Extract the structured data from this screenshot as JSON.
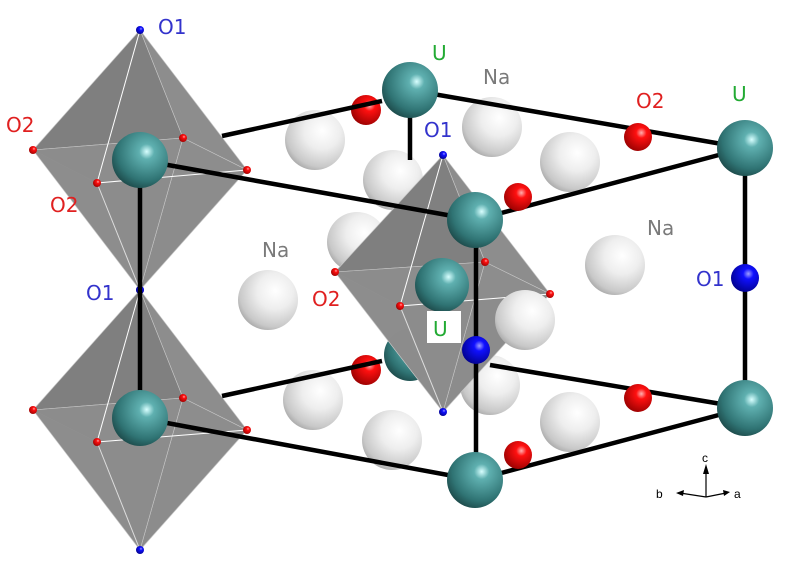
{
  "labels": {
    "o1_top_left": "O1",
    "u_top_mid": "U",
    "na_top": "Na",
    "o2_top_right": "O2",
    "u_top_right": "U",
    "o2_left": "O2",
    "o1_mid": "O1",
    "o2_left_lower": "O2",
    "na_left": "Na",
    "na_right": "Na",
    "o1_left_mid": "O1",
    "o2_mid": "O2",
    "o1_right": "O1",
    "u_center": "U"
  },
  "axes": {
    "a": "a",
    "b": "b",
    "c": "c"
  },
  "colors": {
    "U": "#3c8c8c",
    "Na": "#e8e8e8",
    "O2": "#e00000",
    "O1": "#0000e0",
    "label_U": "#22aa33",
    "label_Na": "#7a7a7a",
    "label_O2": "#e02020",
    "label_O1": "#3333cc",
    "polyhedron": "#8a8a8a"
  }
}
